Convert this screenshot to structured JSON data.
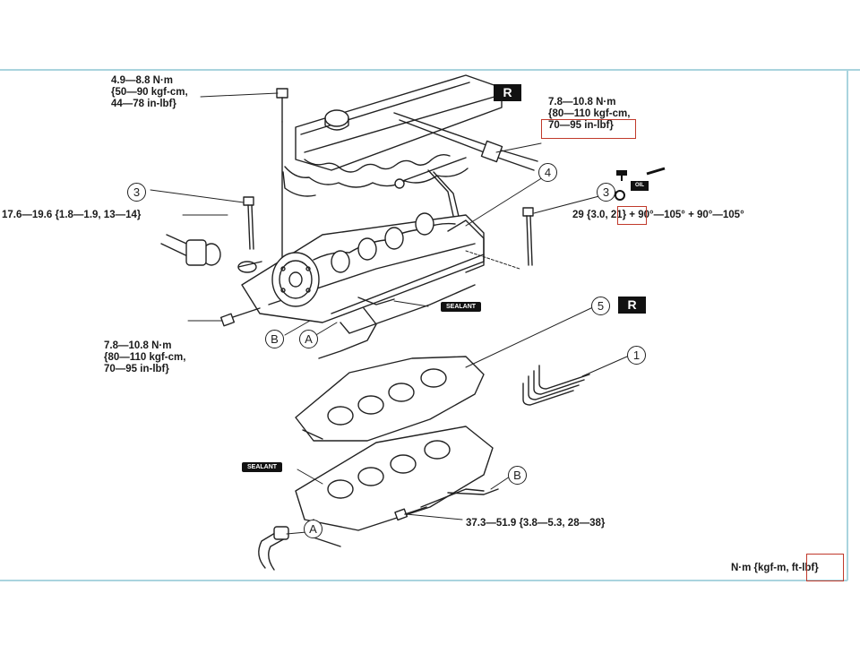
{
  "labels": {
    "torque_cover_1": "4.9—8.8 N·m",
    "torque_cover_2": "{50—90 kgf-cm,",
    "torque_cover_3": "44—78 in-lbf}",
    "torque_top_right_1": "7.8—10.8 N·m",
    "torque_top_right_2": "{80—110 kgf-cm,",
    "torque_top_right_3": "70—95 in-lbf}",
    "torque_left": "17.6—19.6 {1.8—1.9, 13—14}",
    "torque_bolt_right": "29 {3.0, 21} + 90°—105° + 90°—105°",
    "torque_mid_left_1": "7.8—10.8 N·m",
    "torque_mid_left_2": "{80—110 kgf-cm,",
    "torque_mid_left_3": "70—95 in-lbf}",
    "torque_bottom": "37.3—51.9 {3.8—5.3, 28—38}",
    "unit_note": "N·m {kgf-m, ft-lbf}"
  },
  "callouts": {
    "c1": "1",
    "c3_left": "3",
    "c3_right": "3",
    "c4": "4",
    "c5": "5",
    "a_top": "A",
    "b_top": "B",
    "a_bottom": "A",
    "b_bottom": "B",
    "r_top": "R",
    "r_mid": "R"
  },
  "tags": {
    "sealant_1": "SEALANT",
    "sealant_2": "SEALANT",
    "oil": "OIL"
  },
  "colors": {
    "frame": "#a9d4de",
    "highlight": "#c0392b",
    "ink": "#1a1a1a"
  }
}
